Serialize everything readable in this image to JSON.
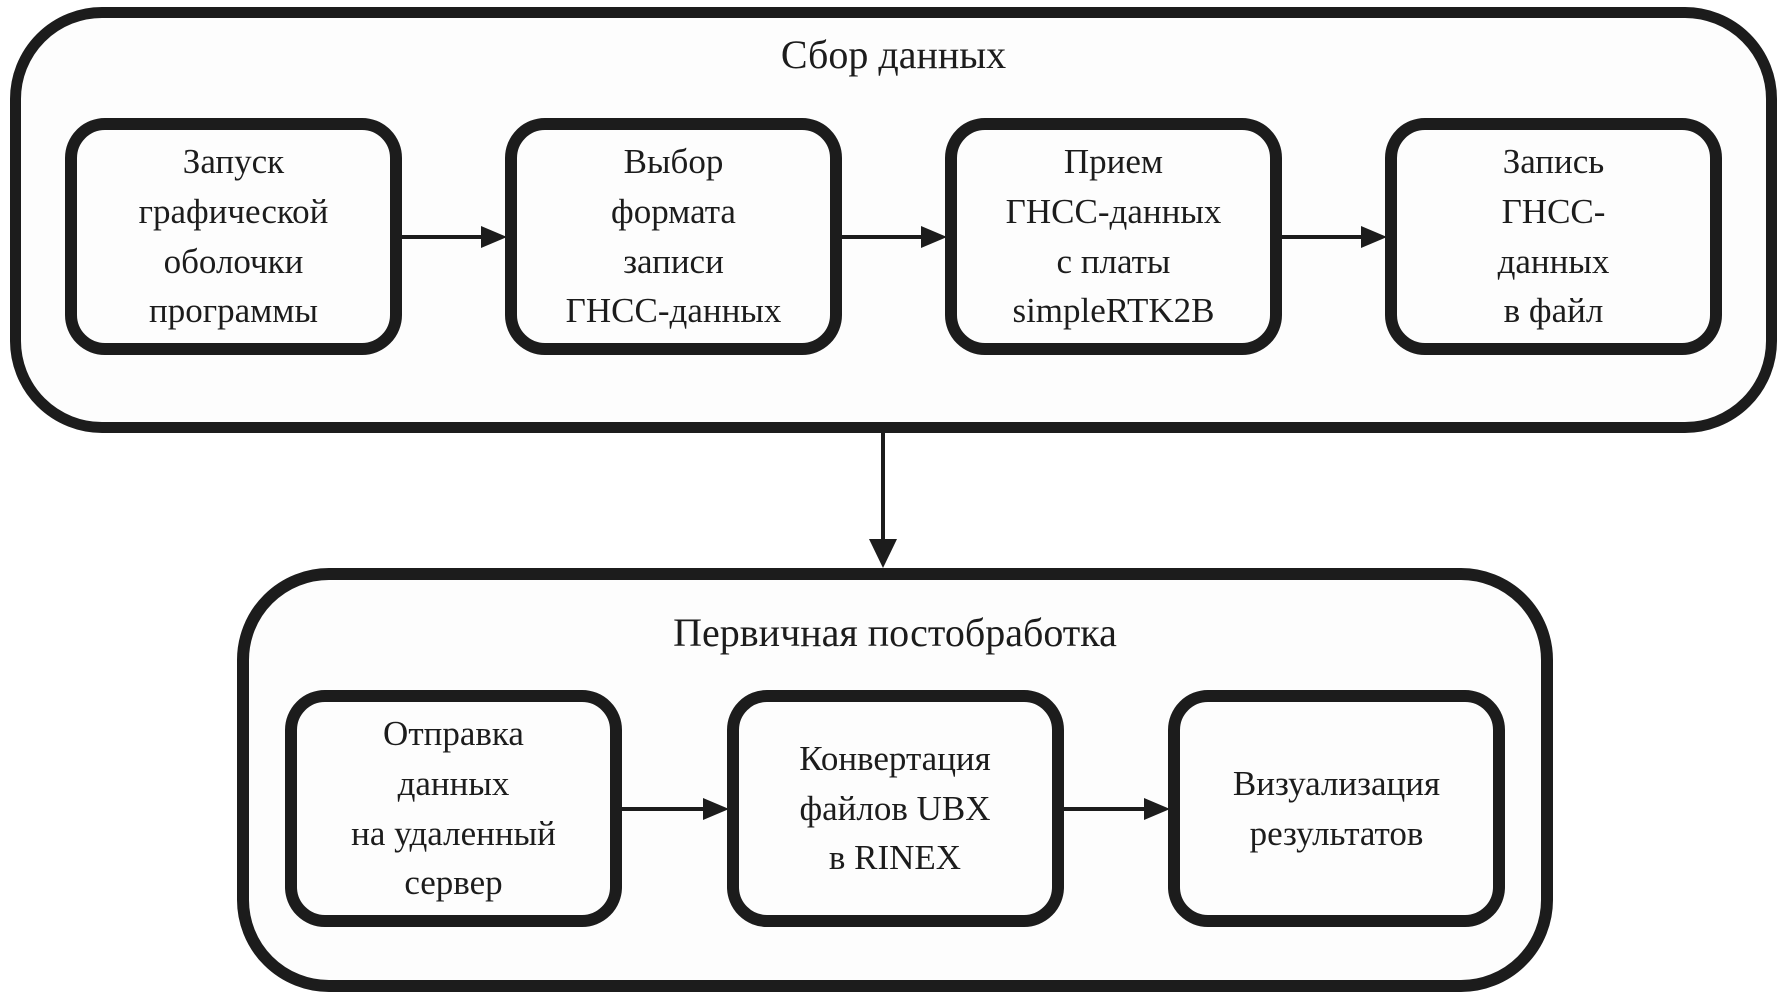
{
  "diagram": {
    "type": "flowchart",
    "colors": {
      "background": "#ffffff",
      "container_fill": "#fdfdfd",
      "border": "#1c1c1c",
      "text": "#1c1c1c"
    },
    "groups": [
      {
        "id": "data-collection",
        "title": "Сбор данных",
        "boxes": [
          {
            "id": "launch-gui",
            "label": "Запуск\nграфической\nоболочки\nпрограммы"
          },
          {
            "id": "select-format",
            "label": "Выбор\nформата\nзаписи\nГНСС-данных"
          },
          {
            "id": "receive-gnss",
            "label": "Прием\nГНСС-данных\nс платы\nsimpleRTK2B"
          },
          {
            "id": "write-to-file",
            "label": "Запись\nГНСС-\nданных\nв файл"
          }
        ]
      },
      {
        "id": "post-processing",
        "title": "Первичная постобработка",
        "boxes": [
          {
            "id": "send-to-server",
            "label": "Отправка\nданных\nна удаленный\nсервер"
          },
          {
            "id": "convert-ubx-rinex",
            "label": "Конвертация\nфайлов UBX\nв RINEX"
          },
          {
            "id": "visualize-results",
            "label": "Визуализация\nрезультатов"
          }
        ]
      }
    ],
    "connections": [
      {
        "from": "launch-gui",
        "to": "select-format",
        "direction": "right"
      },
      {
        "from": "select-format",
        "to": "receive-gnss",
        "direction": "right"
      },
      {
        "from": "receive-gnss",
        "to": "write-to-file",
        "direction": "right"
      },
      {
        "from": "data-collection",
        "to": "post-processing",
        "direction": "down"
      },
      {
        "from": "send-to-server",
        "to": "convert-ubx-rinex",
        "direction": "right"
      },
      {
        "from": "convert-ubx-rinex",
        "to": "visualize-results",
        "direction": "right"
      }
    ]
  }
}
